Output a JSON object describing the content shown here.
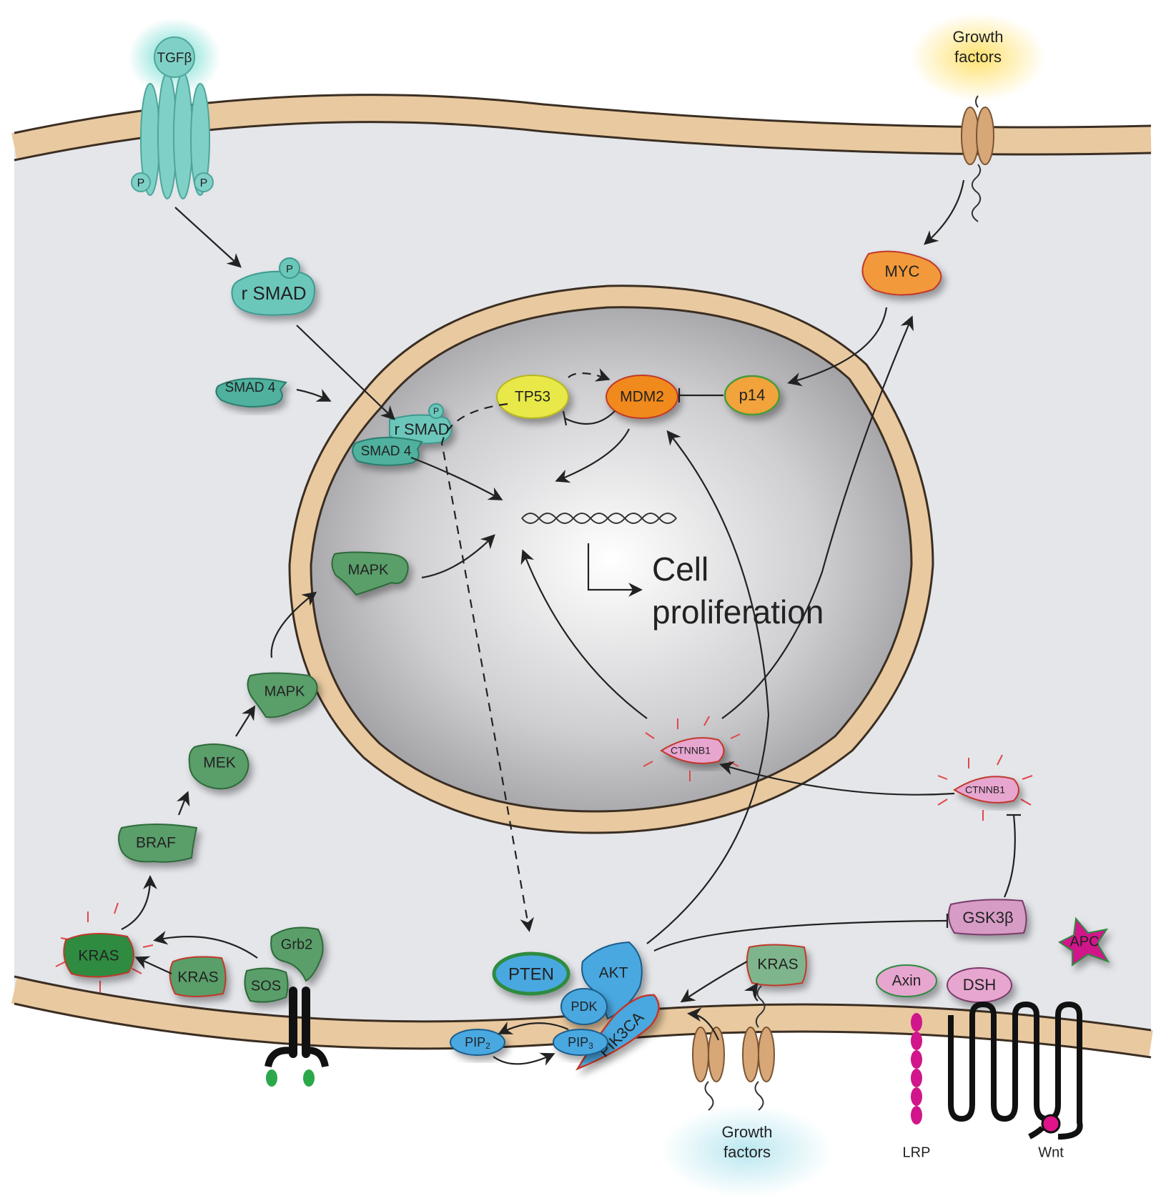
{
  "ligands": {
    "tgfb": "TGFβ",
    "growth_factors_top": "Growth factors",
    "growth_factors_bottom": "Growth factors",
    "lrp": "LRP",
    "wnt": "Wnt"
  },
  "phospho": "P",
  "proteins": {
    "rsmad": "r SMAD",
    "rsmad_nuclear": "r SMAD",
    "smad4": "SMAD 4",
    "smad4_nuclear": "SMAD 4",
    "tp53": "TP53",
    "mdm2": "MDM2",
    "p14": "p14",
    "myc": "MYC",
    "mapk_nuclear": "MAPK",
    "mapk": "MAPK",
    "mek": "MEK",
    "braf": "BRAF",
    "kras_active": "KRAS",
    "kras": "KRAS",
    "grb2": "Grb2",
    "sos": "SOS",
    "pten": "PTEN",
    "akt": "AKT",
    "pdk": "PDK",
    "pik3ca": "PIK3CA",
    "pip2": "PIP",
    "pip2_sub": "2",
    "pip3": "PIP",
    "pip3_sub": "3",
    "kras_right": "KRAS",
    "ctnnb1_nuclear": "CTNNB1",
    "ctnnb1": "CTNNB1",
    "gsk3b": "GSK3β",
    "apc": "APC",
    "axin": "Axin",
    "dsh": "DSH"
  },
  "outcome": {
    "line1": "Cell",
    "line2": "proliferation"
  },
  "colors": {
    "membrane": "#e9c9a0",
    "cytoplasm": "#e4e6ea",
    "tgf": "#7fd1c7",
    "smad": "#6cc7bb",
    "mapk_green": "#5a9e6a",
    "kras_dark": "#2f8b3f",
    "pten_blue": "#4aa8e0",
    "orange": "#f29a3a",
    "yellow": "#e8e84a",
    "pink": "#e7a6d0",
    "magenta": "#d0168a"
  }
}
